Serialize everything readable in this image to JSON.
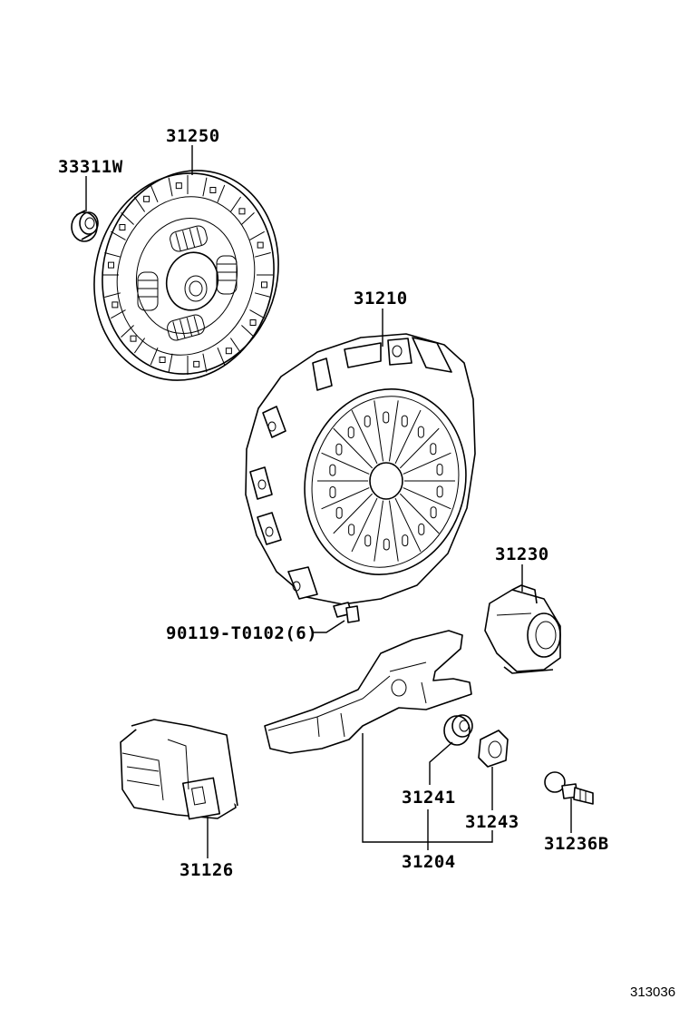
{
  "parts": [
    {
      "id": "p31250",
      "number": "31250",
      "name": "clutch-disc"
    },
    {
      "id": "p33311W",
      "number": "33311W",
      "name": "pilot-bearing"
    },
    {
      "id": "p31210",
      "number": "31210",
      "name": "clutch-cover"
    },
    {
      "id": "p90119",
      "number": "90119-T0102(6)",
      "name": "cover-bolt"
    },
    {
      "id": "p31230",
      "number": "31230",
      "name": "release-bearing"
    },
    {
      "id": "p31241",
      "number": "31241",
      "name": "fork-boot-support"
    },
    {
      "id": "p31243",
      "number": "31243",
      "name": "fork-clip"
    },
    {
      "id": "p31236B",
      "number": "31236B",
      "name": "fork-pivot-ball-stud"
    },
    {
      "id": "p31126",
      "number": "31126",
      "name": "release-fork-boot"
    },
    {
      "id": "p31204",
      "number": "31204",
      "name": "release-fork-subassembly"
    }
  ],
  "diagram_ref": "313036"
}
